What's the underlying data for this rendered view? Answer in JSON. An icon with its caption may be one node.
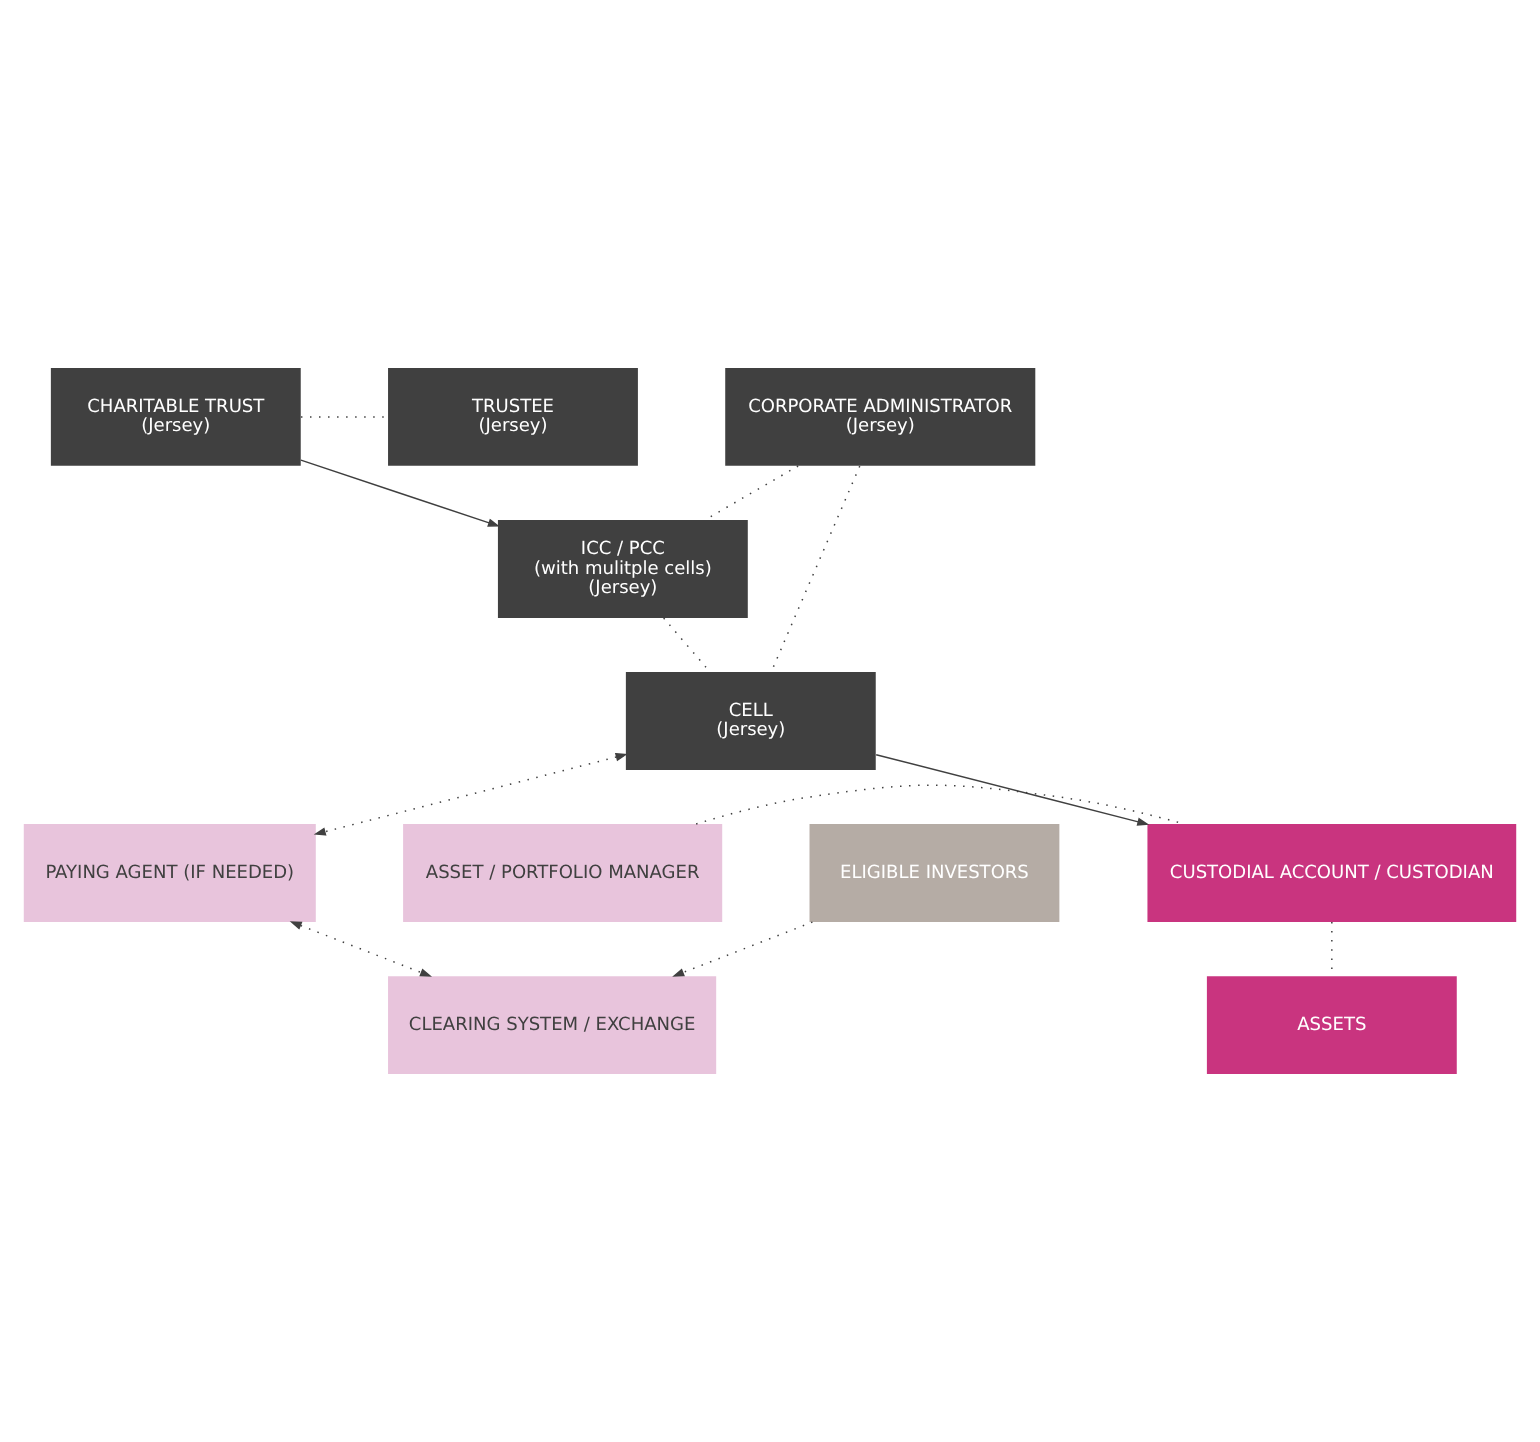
{
  "diagram": {
    "nodes": [
      {
        "text": [
          "CHARITABLE TRUST",
          "(Jersey)"
        ]
      },
      {
        "text": [
          "TRUSTEE",
          "(Jersey)"
        ]
      },
      {
        "text": [
          "ICC / PCC",
          "(with mulitple cells)",
          "(Jersey)"
        ]
      },
      {
        "text": [
          "CORPORATE ADMINISTRATOR",
          "(Jersey)"
        ]
      },
      {
        "text": [
          "CELL",
          "(Jersey)"
        ]
      },
      {
        "text": [
          "ASSET / PORTFOLIO MANAGER"
        ]
      },
      {
        "text": [
          "CUSTODIAL ACCOUNT / CUSTODIAN"
        ]
      },
      {
        "text": [
          "PAYING AGENT (IF NEEDED)"
        ]
      },
      {
        "text": [
          "ASSETS"
        ]
      },
      {
        "text": [
          "CLEARING SYSTEM / EXCHANGE"
        ]
      },
      {
        "text": [
          "ELIGIBLE INVESTORS"
        ]
      }
    ],
    "edges": [
      {
        "from": 0,
        "to": 1,
        "arrow": "none",
        "style": "dashed"
      },
      {
        "from": 0,
        "to": 2,
        "arrow": "to"
      },
      {
        "from": 3,
        "to": 2,
        "arrow": "none",
        "style": "dashed"
      },
      {
        "from": 2,
        "to": 4,
        "arrow": "none",
        "style": "dashed"
      },
      {
        "from": 3,
        "to": 4,
        "arrow": "none",
        "style": "dashed"
      },
      {
        "from": 4,
        "to": 7,
        "arrow": "both",
        "style": "dashed"
      },
      {
        "from": 4,
        "to": 6,
        "arrow": "to"
      },
      {
        "from": 5,
        "to": 6,
        "arrow": "none",
        "style": "dashed"
      },
      {
        "from": 6,
        "to": 8,
        "arrow": "none",
        "style": "dashed"
      },
      {
        "from": 7,
        "to": 9,
        "arrow": "both",
        "style": "dashed"
      },
      {
        "from": 10,
        "to": 9,
        "arrow": "to",
        "style": "dashed"
      }
    ]
  }
}
